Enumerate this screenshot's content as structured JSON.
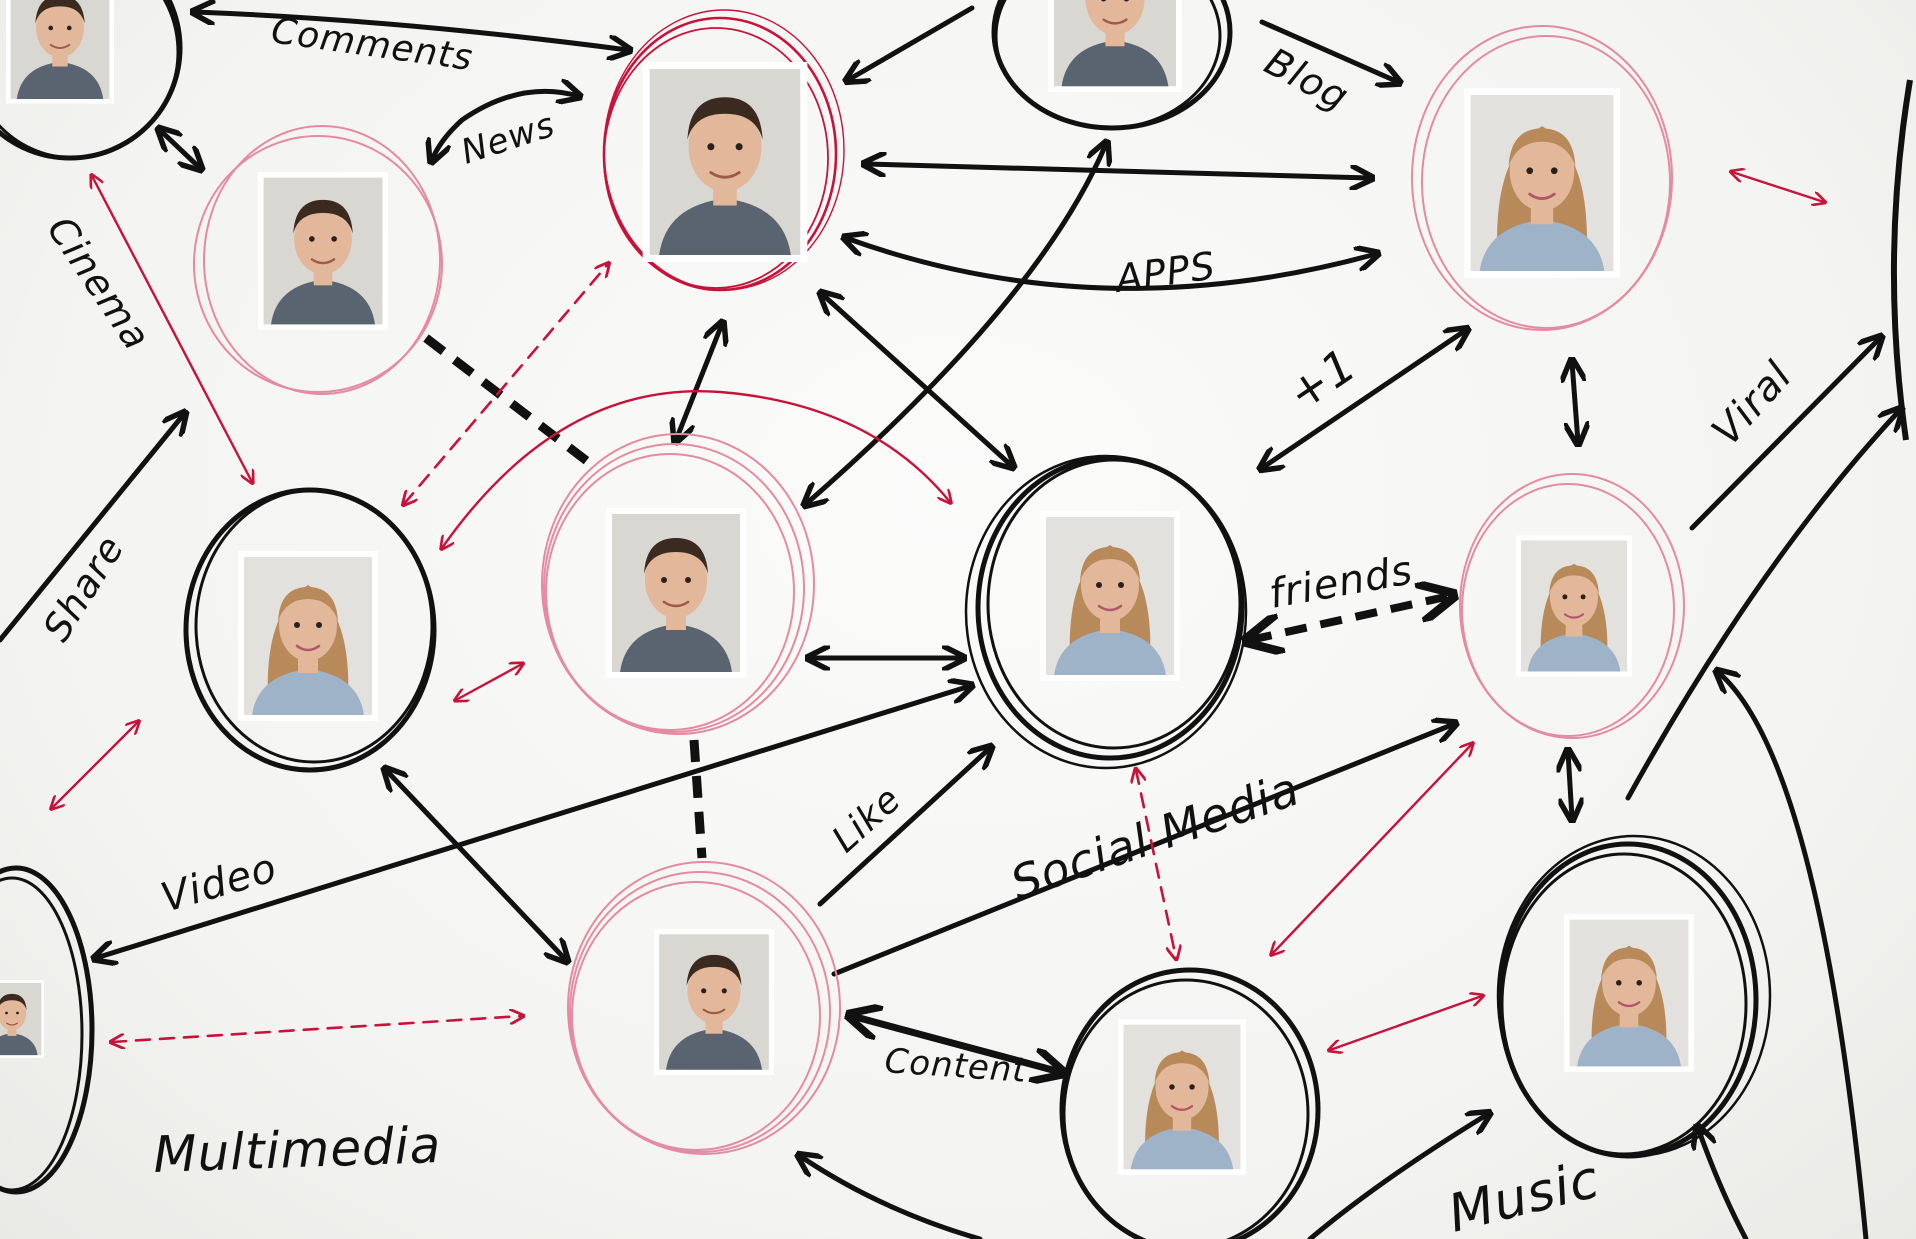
{
  "diagram": {
    "labels": {
      "comments": "Comments",
      "news": "News",
      "blog": "Blog",
      "apps": "APPS",
      "cinema": "Cinema",
      "share": "Share",
      "plus_one": "+1",
      "friends": "friends",
      "viral": "Viral",
      "video": "Video",
      "like": "Like",
      "social_media": "Social Media",
      "content": "Content",
      "multimedia": "Multimedia",
      "music": "Music"
    },
    "colors": {
      "ink": "#111111",
      "red_pencil": "#c8123a",
      "pink_pencil": "#e58aa3",
      "board": "#f6f6f4"
    }
  }
}
